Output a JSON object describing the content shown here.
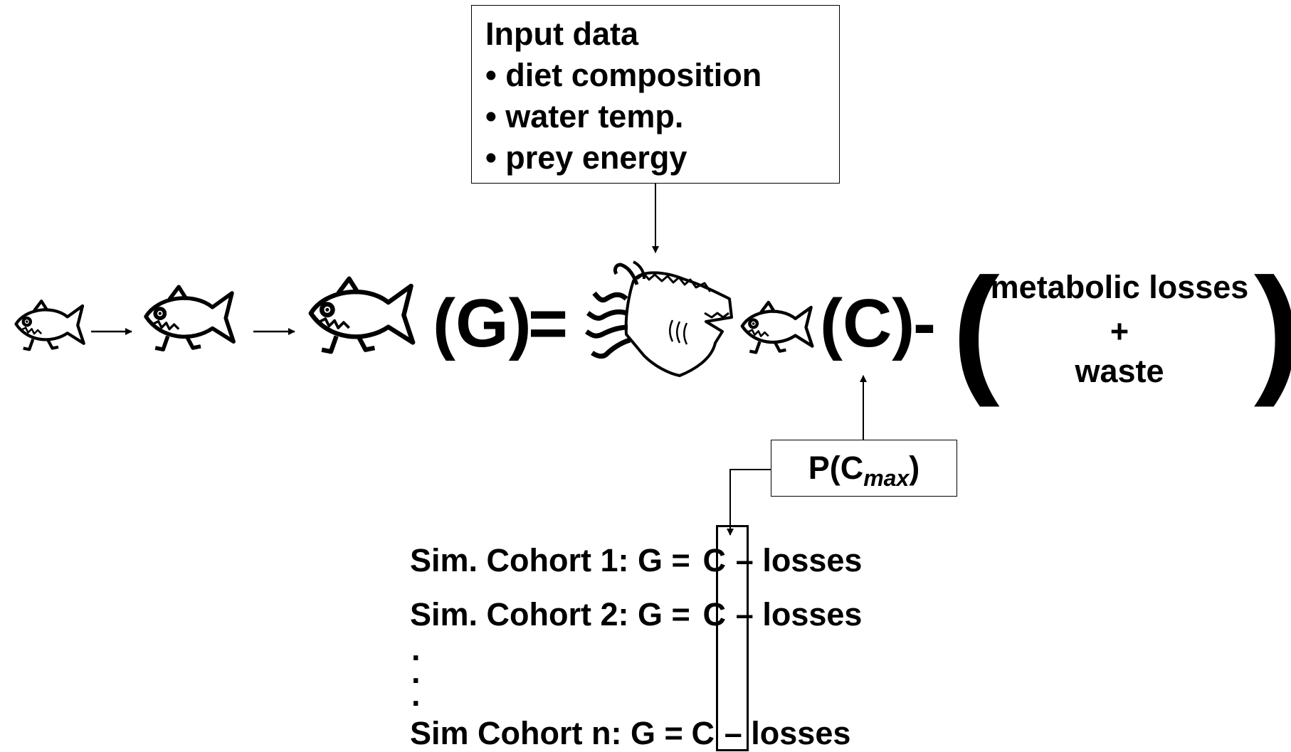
{
  "input_box": {
    "title": "Input data",
    "items": [
      "• diet composition",
      "• water temp.",
      "• prey energy"
    ]
  },
  "equation": {
    "growth": "(G)",
    "equals": "=",
    "consumption": "(C)",
    "minus": "-",
    "open_paren": "(",
    "close_paren": ")",
    "losses_line1": "metabolic losses",
    "losses_line2": "+",
    "losses_line3": "waste"
  },
  "pcmax": {
    "prefix": "P(C",
    "subscript": "max",
    "suffix": ")"
  },
  "cohorts": [
    {
      "left": "Sim. Cohort 1: G =",
      "c": "C",
      "right": "– losses"
    },
    {
      "left": "Sim. Cohort 2: G =",
      "c": "C",
      "right": "– losses"
    },
    {
      "left": "Sim Cohort n:  G =",
      "c": "C",
      "right": "– losses"
    }
  ],
  "ellipsis": [
    ".",
    ".",
    "."
  ],
  "icons": [
    "small-fish-icon",
    "medium-fish-icon",
    "large-fish-icon",
    "predator-fish-icon",
    "prey-fish-icon"
  ],
  "colors": {
    "ink": "#000000",
    "background": "#ffffff"
  }
}
